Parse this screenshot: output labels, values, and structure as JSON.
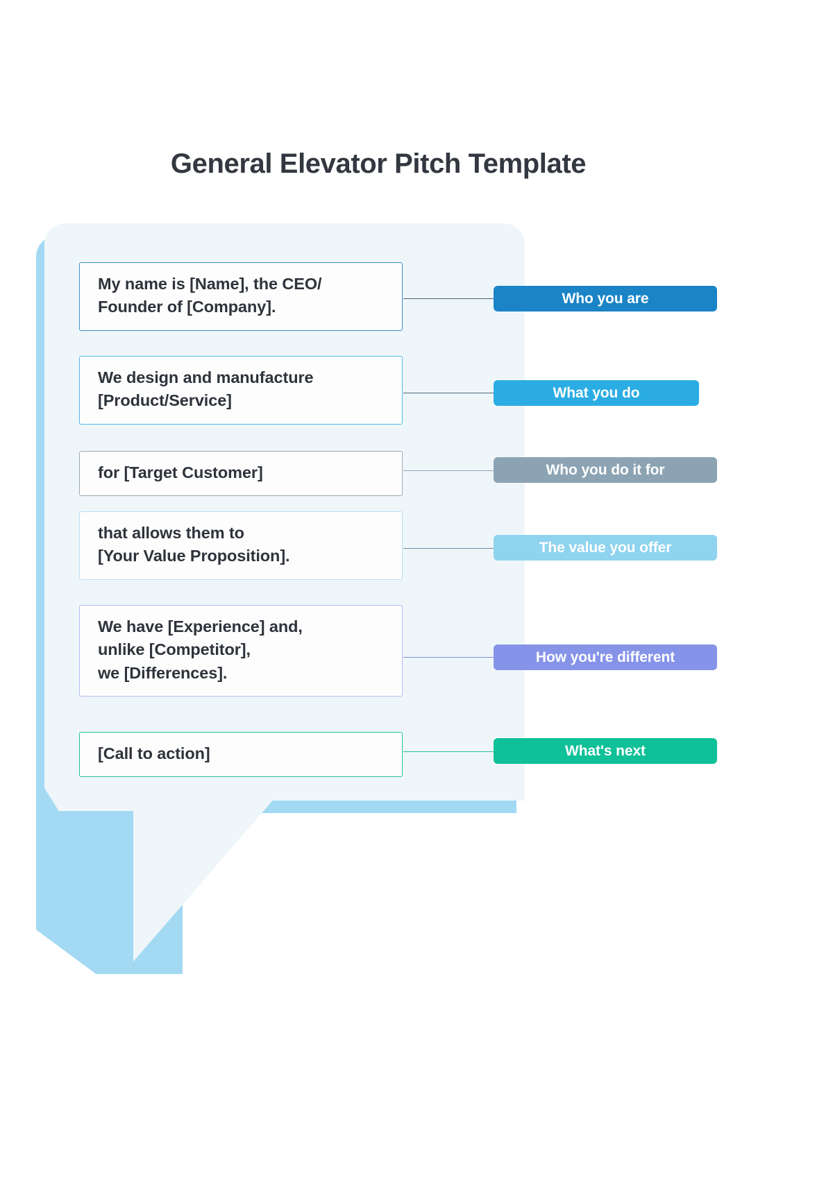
{
  "title": "General Elevator Pitch Template",
  "colors": {
    "bubble_fill": "#eff6fa",
    "bubble_stroke": "#a3d9f2",
    "title_text": "#333740",
    "body_text": "#2e333b"
  },
  "rows": [
    {
      "lines": [
        "My name is [Name], the CEO/",
        "Founder of [Company]."
      ],
      "box_border": "#3b92c4",
      "label": "Who you are",
      "label_bg": "#1a84c7"
    },
    {
      "lines": [
        "We design and manufacture",
        "[Product/Service]"
      ],
      "box_border": "#4fb8e8",
      "label": "What you do",
      "label_bg": "#2badE3"
    },
    {
      "lines": [
        "for [Target Customer]"
      ],
      "box_border": "#9aaab4",
      "label": "Who you do it for",
      "label_bg": "#8ca3b3"
    },
    {
      "lines": [
        "that allows them to",
        "[Your Value Proposition]."
      ],
      "box_border": "#b8dff0",
      "label": "The value you offer",
      "label_bg": "#8fd3ef"
    },
    {
      "lines": [
        "We have [Experience] and,",
        "unlike [Competitor],",
        "we [Differences]."
      ],
      "box_border": "#b2bdf2",
      "label": "How you're different",
      "label_bg": "#8593e8"
    },
    {
      "lines": [
        "[Call to action]"
      ],
      "box_border": "#21c296",
      "label": "What's next",
      "label_bg": "#0fc098"
    }
  ]
}
